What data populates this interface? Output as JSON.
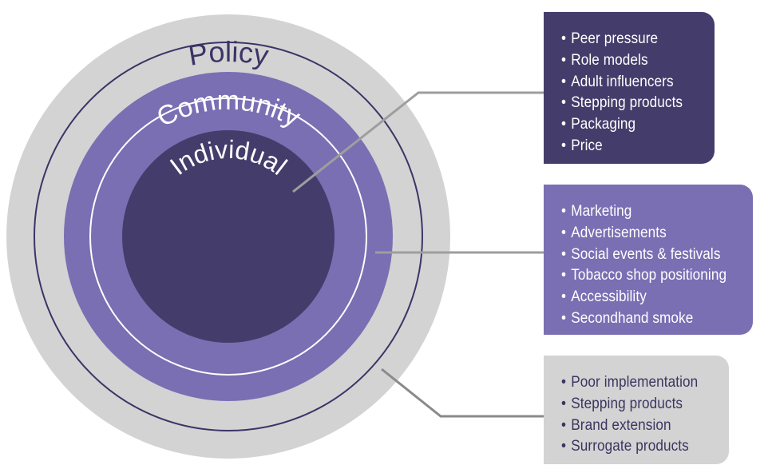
{
  "rings": {
    "policy_label": "Policy",
    "community_label": "Community",
    "individual_label": "Individual"
  },
  "boxes": {
    "individual": {
      "items": [
        "Peer pressure",
        "Role models",
        "Adult influencers",
        "Stepping products",
        "Packaging",
        "Price"
      ]
    },
    "community": {
      "items": [
        "Marketing",
        "Advertisements",
        "Social events & festivals",
        "Tobacco shop positioning",
        "Accessibility",
        "Secondhand smoke"
      ]
    },
    "policy": {
      "items": [
        "Poor implementation",
        "Stepping products",
        "Brand extension",
        "Surrogate products"
      ]
    }
  },
  "colors": {
    "policy_ring": "#d3d3d3",
    "community_ring": "#7a6fb3",
    "individual_core": "#443d6b",
    "connector": "#9e9e9e"
  }
}
